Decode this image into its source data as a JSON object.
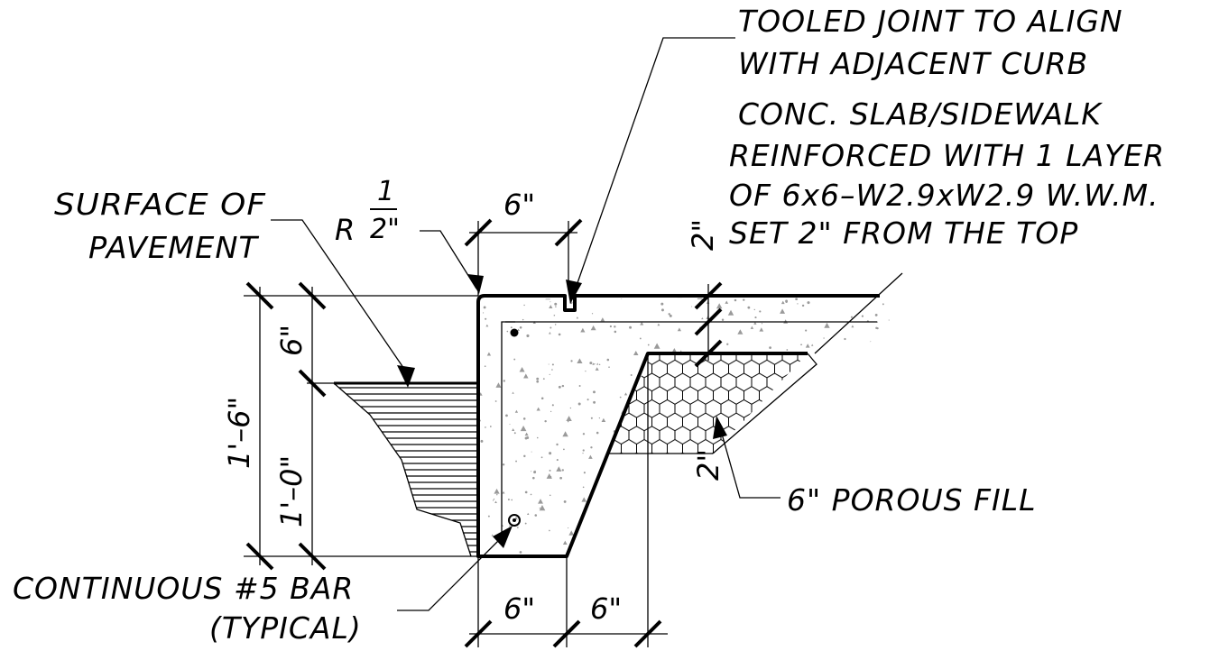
{
  "drawing": {
    "colors": {
      "ink": "#000000",
      "background": "#ffffff",
      "concrete_stipple": "#9a9a9a"
    },
    "notes": {
      "tooled_joint": [
        "TOOLED JOINT TO ALIGN",
        "WITH ADJACENT CURB"
      ],
      "slab": [
        "CONC. SLAB/SIDEWALK",
        "REINFORCED WITH 1 LAYER",
        "OF 6x6–W2.9xW2.9 W.W.M.",
        "SET 2\" FROM THE TOP"
      ],
      "surface": [
        "SURFACE OF",
        "PAVEMENT"
      ],
      "radius": {
        "prefix": "R",
        "numerator": "1",
        "denominator": "2\""
      },
      "porous_fill": "6\" POROUS FILL",
      "bar": [
        "CONTINUOUS #5 BAR",
        "(TYPICAL)"
      ]
    },
    "dimensions": {
      "top_width": "6\"",
      "wwm_cover": "2\"",
      "fill_thickness": "2\"",
      "overall_height": "1'–6\"",
      "exposed_height": "6\"",
      "embedded_height": "1'–0\"",
      "bottom_width": "6\"",
      "batter_width": "6\""
    }
  }
}
